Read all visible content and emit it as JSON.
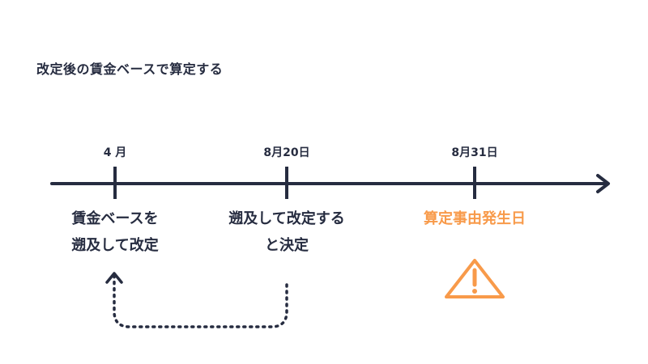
{
  "title": "改定後の賃金ベースで算定する",
  "accent_color": "#f89a4a",
  "text_color": "#262c40",
  "milestones": [
    {
      "date": "4 月",
      "label_lines": [
        "賃金ベースを",
        "遡及して改定"
      ]
    },
    {
      "date": "8月20日",
      "label_lines": [
        "遡及して改定する",
        "と決定"
      ]
    },
    {
      "date": "8月31日",
      "label_lines": [
        "算定事由発生日"
      ]
    }
  ],
  "icons": {
    "warning": "warning-icon",
    "arrow": "timeline-arrow-icon"
  }
}
